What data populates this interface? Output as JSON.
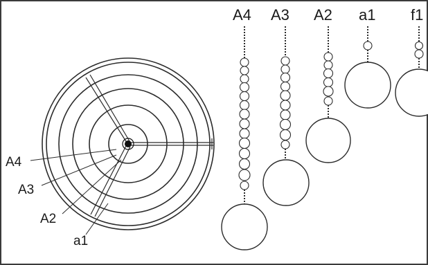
{
  "frame": {
    "background": "#ffffff",
    "border_color": "#3a3a3a",
    "line_color": "#2b2b2b"
  },
  "disc_labels": [
    {
      "id": "a4",
      "text": "A4"
    },
    {
      "id": "a3",
      "text": "A3"
    },
    {
      "id": "a2",
      "text": "A2"
    },
    {
      "id": "a1-lower",
      "text": "a1"
    }
  ],
  "pendants": [
    {
      "id": "A4",
      "label": "A4",
      "beads": 13
    },
    {
      "id": "A3",
      "label": "A3",
      "beads": 11
    },
    {
      "id": "A2",
      "label": "A2",
      "beads": 6
    },
    {
      "id": "a1",
      "label": "a1",
      "beads": 1
    },
    {
      "id": "f1",
      "label": "f1",
      "beads": 2
    }
  ]
}
